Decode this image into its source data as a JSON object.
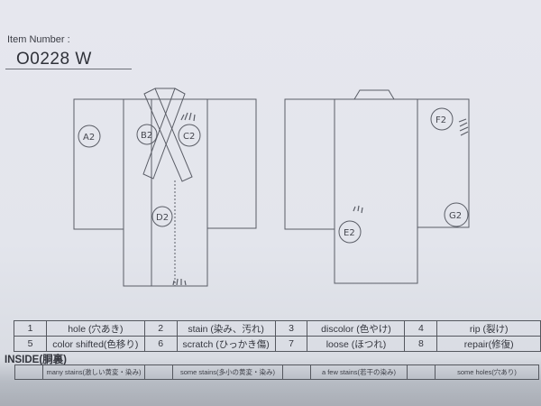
{
  "header": {
    "item_label": "Item Number :",
    "item_number": "O0228   W"
  },
  "front_diagram": {
    "marks": [
      {
        "id": "A2",
        "label": "A2"
      },
      {
        "id": "B2",
        "label": "B2"
      },
      {
        "id": "C2",
        "label": "C2"
      },
      {
        "id": "D2",
        "label": "D2"
      }
    ]
  },
  "back_diagram": {
    "marks": [
      {
        "id": "E2",
        "label": "E2"
      },
      {
        "id": "F2",
        "label": "F2"
      },
      {
        "id": "G2",
        "label": "G2"
      }
    ]
  },
  "legend": {
    "rows": [
      [
        {
          "num": "1",
          "label": "hole (穴あき)"
        },
        {
          "num": "2",
          "label": "stain (染み、汚れ)"
        },
        {
          "num": "3",
          "label": "discolor (色やけ)"
        },
        {
          "num": "4",
          "label": "rip (裂け)"
        }
      ],
      [
        {
          "num": "5",
          "label": "color shifted(色移り)"
        },
        {
          "num": "6",
          "label": "scratch (ひっかき傷)"
        },
        {
          "num": "7",
          "label": "loose (ほつれ)"
        },
        {
          "num": "8",
          "label": "repair(修復)"
        }
      ]
    ]
  },
  "inside": {
    "title": "INSIDE(胴裏)",
    "options": [
      {
        "checked": "",
        "label": "many stains(激しい黄変・染み)"
      },
      {
        "checked": "",
        "label": "some stains(多小の黄変・染み)"
      },
      {
        "checked": "",
        "label": "a few stains(若干の染み)"
      },
      {
        "checked": "",
        "label": "some holes(穴あり)"
      }
    ]
  },
  "colors": {
    "paper": "#e4e6ed",
    "ink": "#3a3c44",
    "line": "#55585f"
  }
}
